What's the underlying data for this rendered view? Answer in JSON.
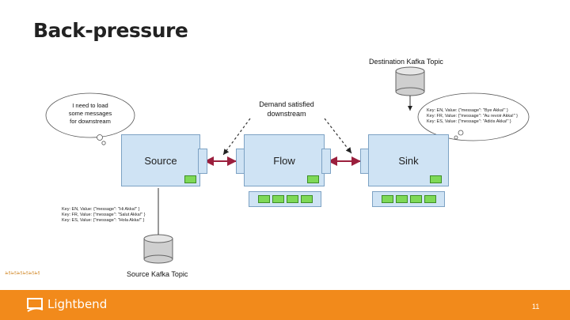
{
  "title": "Back-pressure",
  "labels": {
    "destination_topic": "Destination Kafka Topic",
    "source_topic": "Source Kafka Topic",
    "demand": [
      "Demand satisfied",
      "downstream"
    ],
    "thought": [
      "I need to load",
      "some messages",
      "for downstream"
    ]
  },
  "boxes": {
    "source": "Source",
    "flow": "Flow",
    "sink": "Sink"
  },
  "source_messages": [
    "Key: EN, Value: {\"message\": \"Hi Akka!\" }",
    "Key: FR, Value: {\"message\": \"Salut Akka!\" }",
    "Key: ES, Value: {\"message\": \"Hola Akka!\" }"
  ],
  "destination_messages": [
    "Key: EN, Value: {\"message\": \"Bye Akka!\" }",
    "Key: FR, Value: {\"message\": \"Au revoir Akka!\" }",
    "Key: ES, Value: {\"message\": \"Adiós Akka!\" }"
  ],
  "footer": {
    "brand": "Lightbend",
    "page": "11",
    "note": "ظ§ظ§ظ§ظ§ظ§ظ§"
  },
  "colors": {
    "footer": "#f28a1b",
    "arrow": "#9b1f3d",
    "box": "#cfe3f4",
    "envelope": "#7ed957"
  }
}
